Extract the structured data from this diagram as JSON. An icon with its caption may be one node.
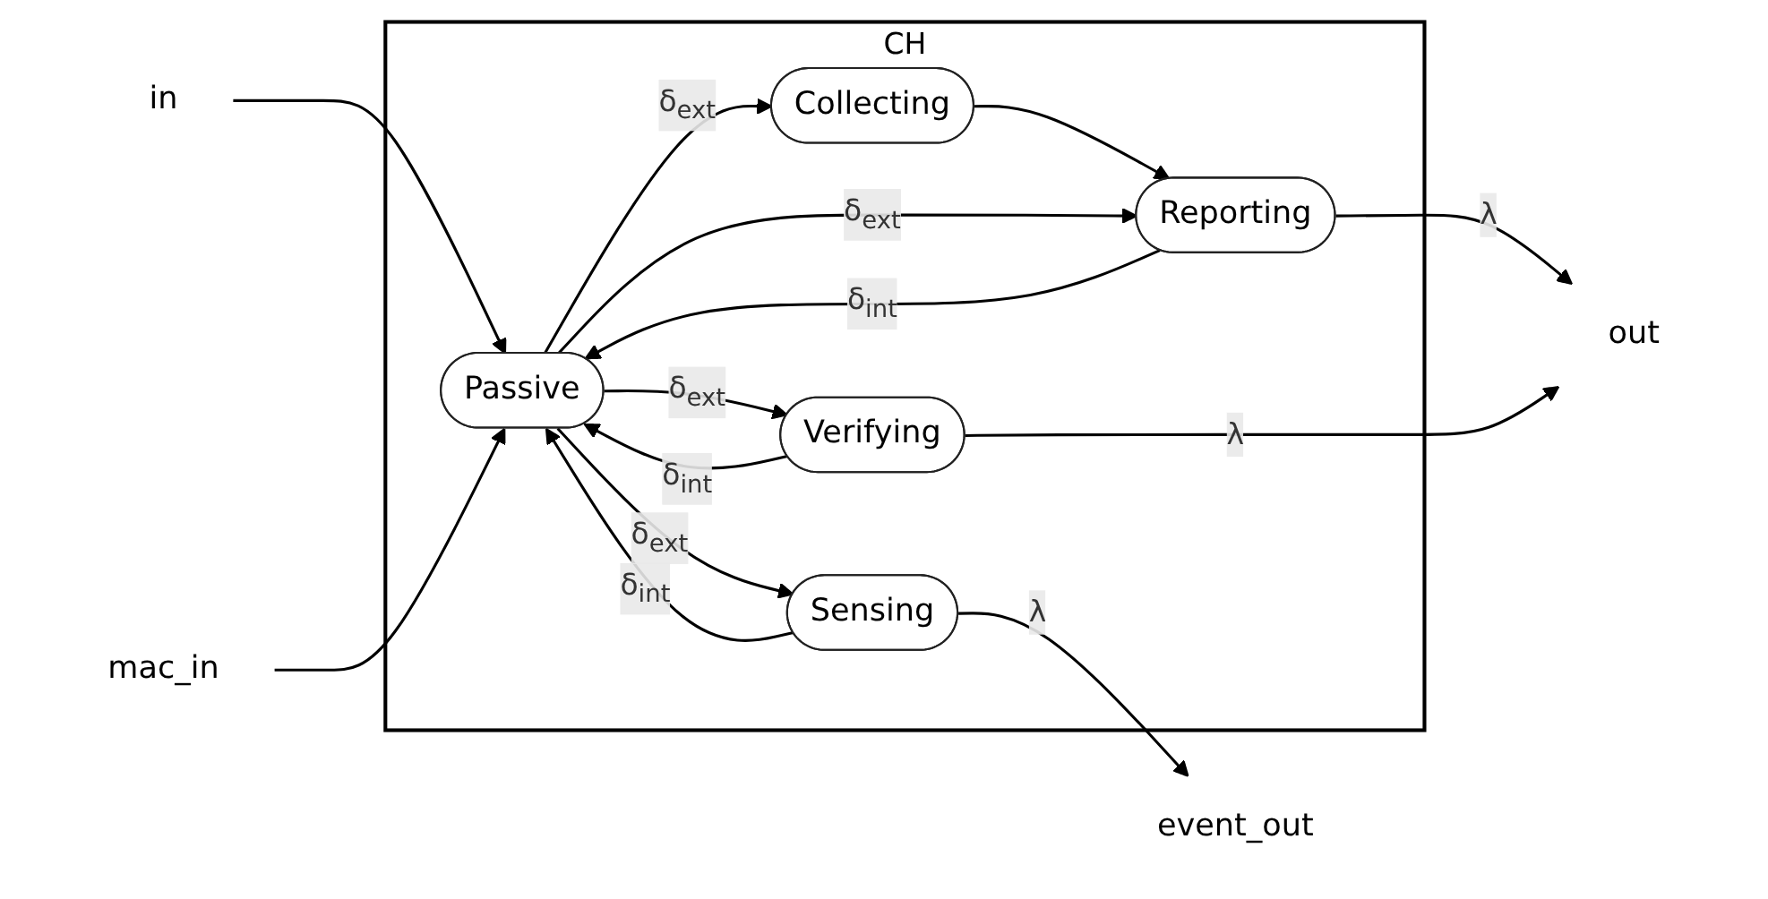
{
  "diagram": {
    "nodes": [
      {
        "text": [
          "in"
        ]
      },
      {
        "text": [
          "mac_in"
        ]
      },
      {
        "text": [
          "CH"
        ]
      },
      {
        "text": [
          "Passive"
        ],
        "in": 2
      },
      {
        "text": [
          "Collecting"
        ],
        "in": 2
      },
      {
        "text": [
          "Sensing"
        ],
        "in": 2
      },
      {
        "text": [
          "Reporting"
        ],
        "in": 2
      },
      {
        "text": [
          "Verifying"
        ],
        "in": 2
      },
      {
        "text": [
          "event_out"
        ]
      },
      {
        "text": [
          "out"
        ]
      }
    ],
    "edges": [
      {
        "from": 0,
        "to": 3,
        "arrow": "to"
      },
      {
        "from": 1,
        "to": 3,
        "arrow": "to"
      },
      {
        "from": 3,
        "to": 4,
        "arrow": "to",
        "label": "δ$_{ext}$"
      },
      {
        "from": 4,
        "to": 6,
        "arrow": "to"
      },
      {
        "from": 3,
        "to": 6,
        "arrow": "to",
        "label": "δ$_{ext}$"
      },
      {
        "from": 6,
        "to": 3,
        "arrow": "to",
        "label": "δ$_{int}$"
      },
      {
        "from": 3,
        "to": 7,
        "arrow": "to",
        "label": "δ$_{ext}$"
      },
      {
        "from": 7,
        "to": 3,
        "arrow": "to",
        "label": "δ$_{int}$"
      },
      {
        "from": 3,
        "to": 5,
        "arrow": "to",
        "label": "δ$_{ext}$"
      },
      {
        "from": 5,
        "to": 3,
        "arrow": "to",
        "label": "δ$_{int}$"
      },
      {
        "from": 5,
        "to": 8,
        "arrow": "to",
        "label": "λ"
      },
      {
        "from": 6,
        "to": 9,
        "arrow": "to",
        "label": "λ"
      },
      {
        "from": 7,
        "to": 9,
        "arrow": "to",
        "label": "λ"
      }
    ]
  }
}
